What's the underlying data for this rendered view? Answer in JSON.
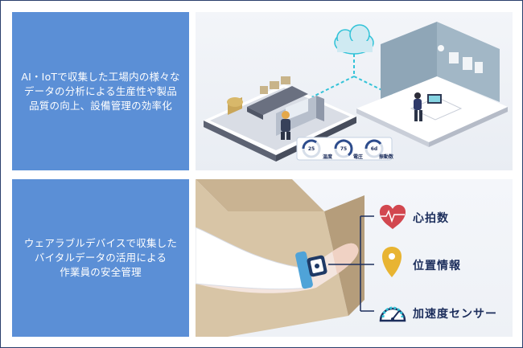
{
  "row1": {
    "caption_lines": [
      "AI・IoTで収集した工場内の様々な",
      "データの分析による生産性や製品",
      "品質の向上、設備管理の効率化"
    ],
    "gauges": [
      {
        "value": "25",
        "label": "温度"
      },
      {
        "value": "75",
        "label": "電圧"
      },
      {
        "value": "6d",
        "label": "振動数"
      }
    ]
  },
  "row2": {
    "caption_lines": [
      "ウェアラブルデバイスで収集した",
      "バイタルデータの活用による",
      "作業員の安全管理"
    ],
    "items": [
      {
        "label": "心拍数",
        "icon": "heart-rate-icon"
      },
      {
        "label": "位置情報",
        "icon": "location-pin-icon"
      },
      {
        "label": "加速度センサー",
        "icon": "speedometer-icon"
      }
    ]
  },
  "colors": {
    "caption_bg": "#5b8fd6",
    "label_text": "#1c2e5c",
    "accent_teal": "#33c3d8",
    "heart_red": "#d2474f",
    "pin_yellow": "#e8b432"
  }
}
